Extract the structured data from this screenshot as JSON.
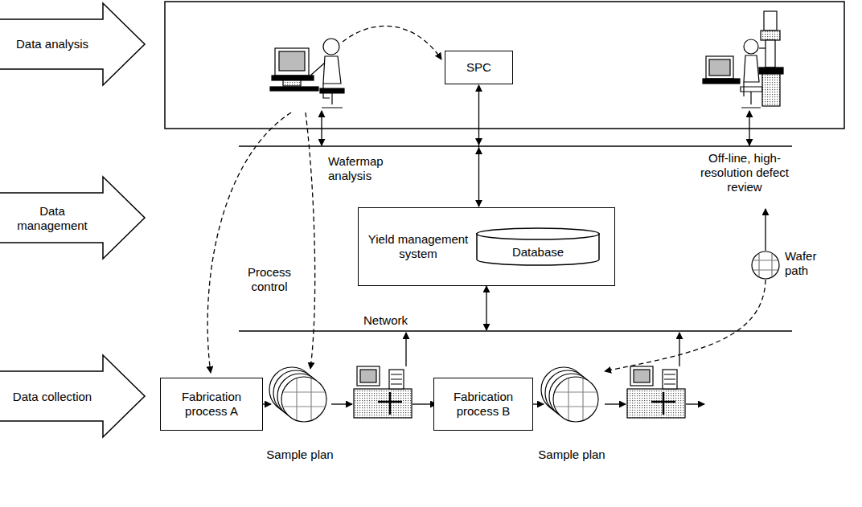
{
  "diagram": {
    "nodes": [
      {
        "text": [
          "Data analysis"
        ]
      },
      {
        "text": [
          "Data management"
        ]
      },
      {
        "text": [
          "Data collection"
        ]
      },
      {
        "text": [
          "SPC"
        ]
      },
      {
        "text": [
          "Yield management system"
        ]
      },
      {
        "text": [
          "Database"
        ],
        "in": 4
      },
      {
        "text": [
          "Fabrication process A"
        ]
      },
      {
        "text": [
          "Fabrication process B"
        ]
      }
    ],
    "edges": [
      {
        "from": 3,
        "to": 4,
        "arrow": "both"
      }
    ],
    "labels": [
      "Wafermap analysis",
      "Off-line, high-resolution defect review",
      "Process control",
      "Network",
      "Wafer path",
      "Sample plan",
      "Sample plan"
    ]
  }
}
